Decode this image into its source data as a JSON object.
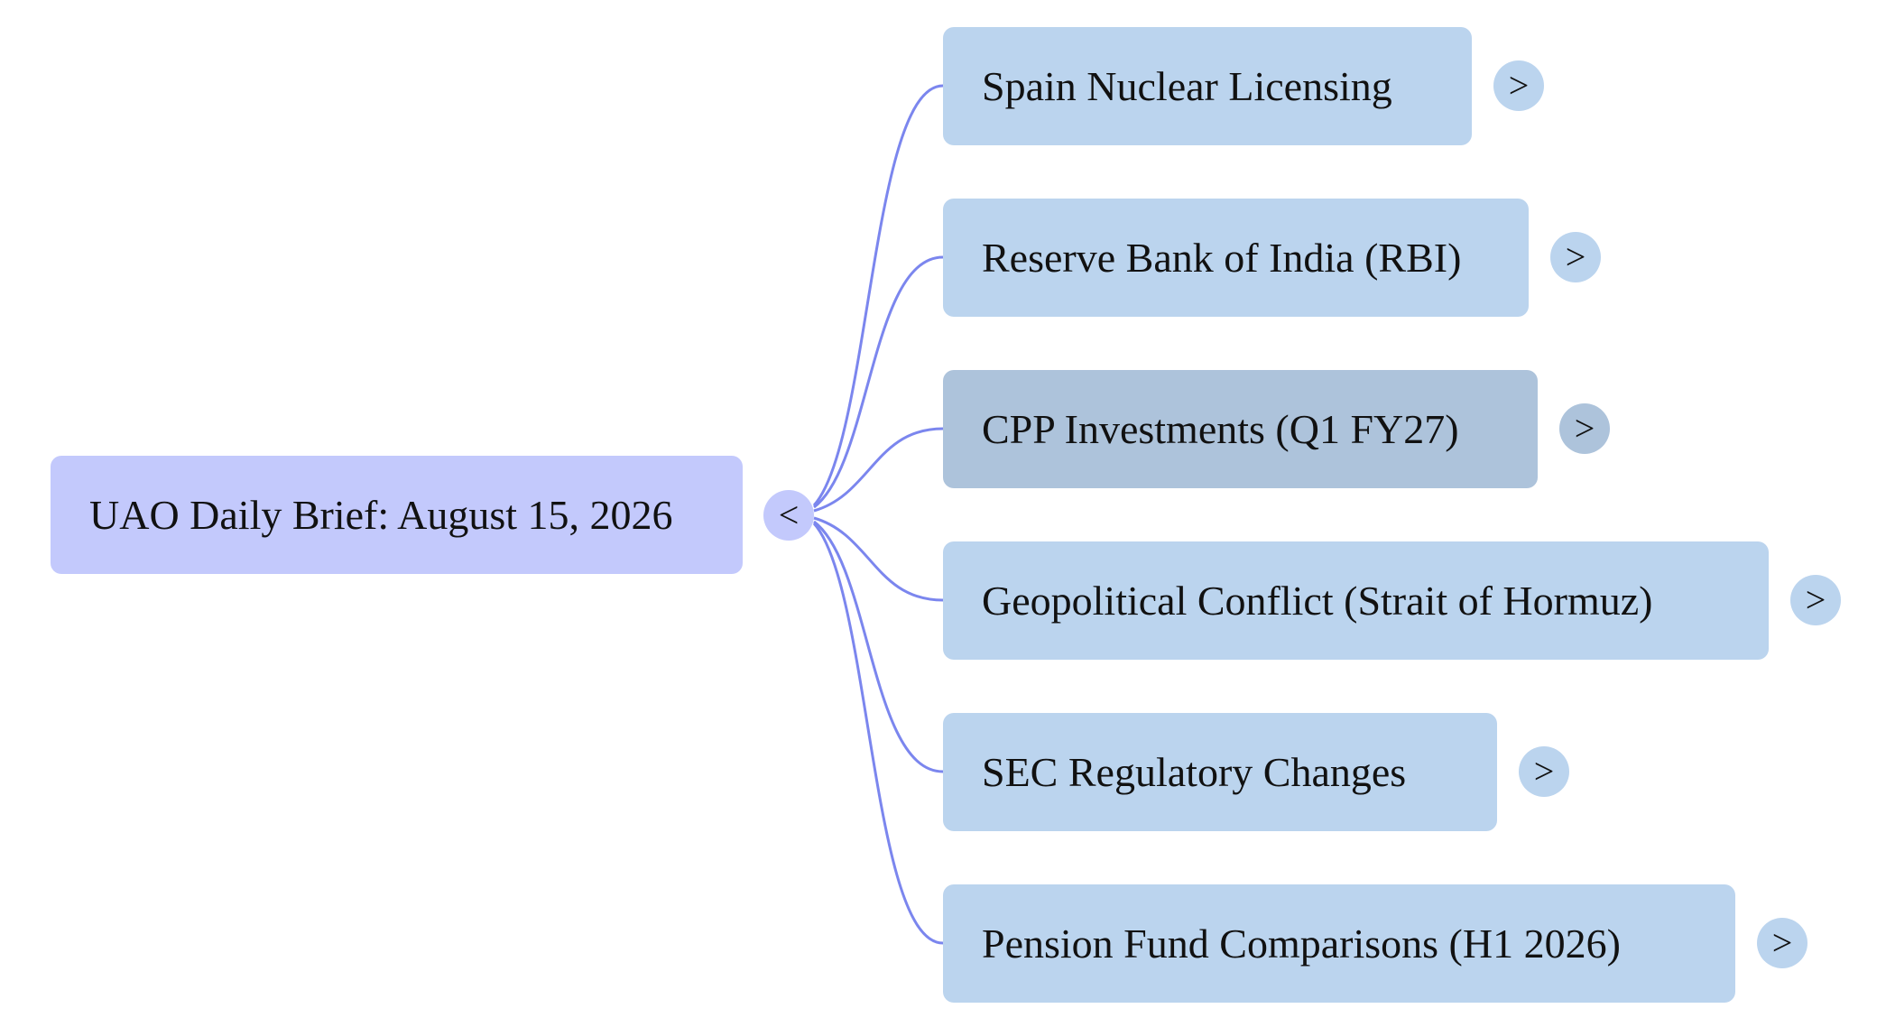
{
  "root": {
    "label": "UAO Daily Brief: August 15, 2026",
    "toggle": "<"
  },
  "branches": [
    {
      "label": "Spain Nuclear Licensing",
      "toggle": ">"
    },
    {
      "label": "Reserve Bank of India (RBI)",
      "toggle": ">"
    },
    {
      "label": "CPP Investments (Q1 FY27)",
      "toggle": ">",
      "highlighted": true
    },
    {
      "label": "Geopolitical Conflict (Strait of Hormuz)",
      "toggle": ">"
    },
    {
      "label": "SEC Regulatory Changes",
      "toggle": ">"
    },
    {
      "label": "Pension Fund Comparisons (H1 2026)",
      "toggle": ">"
    }
  ],
  "colors": {
    "root_fill": "#c3c9fc",
    "branch_fill": "#bbd4ee",
    "branch_highlight_fill": "#adc3db",
    "connector": "#7b86ee"
  }
}
